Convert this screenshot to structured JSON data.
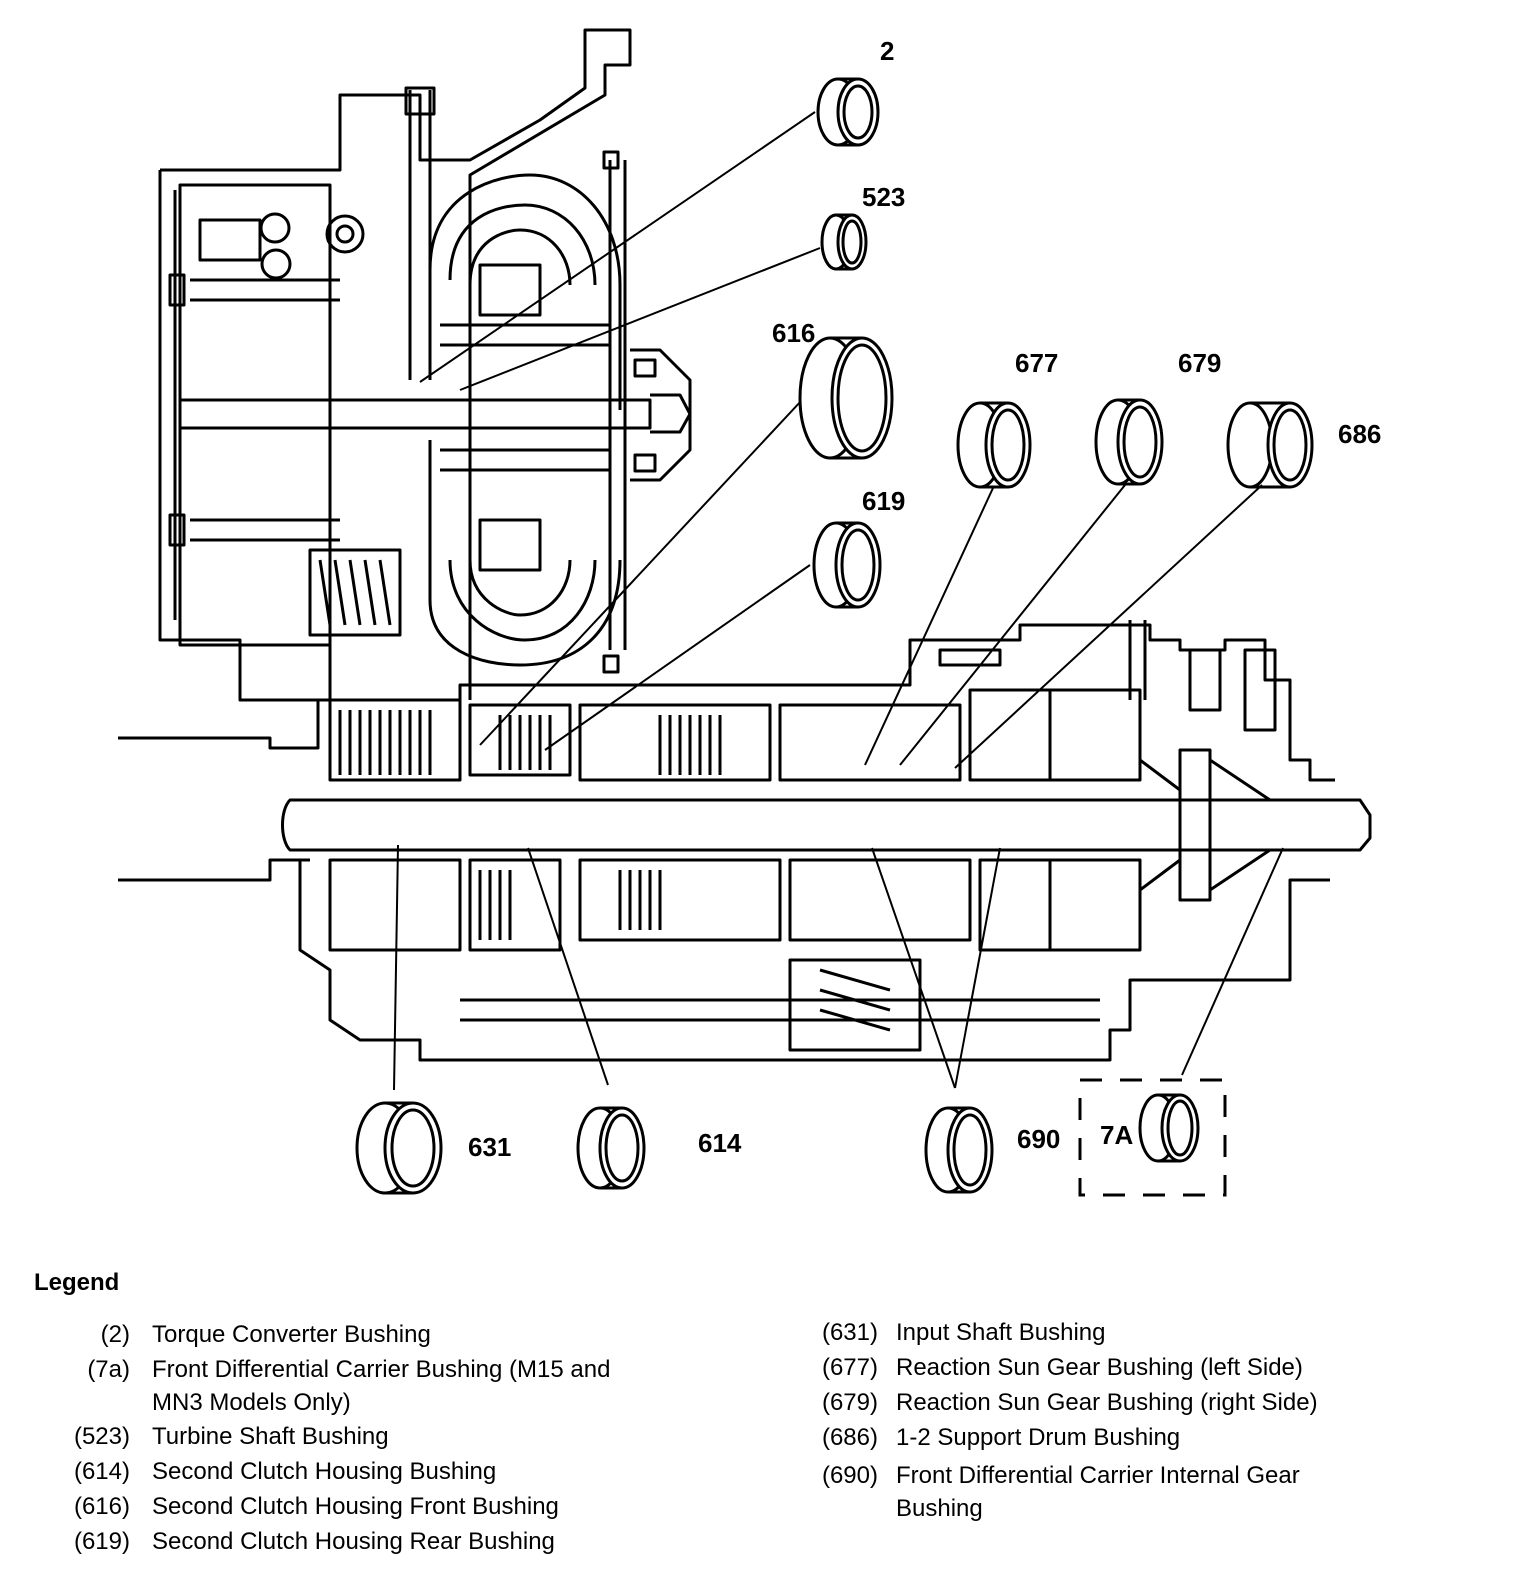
{
  "callouts": {
    "c2": "2",
    "c523": "523",
    "c616": "616",
    "c619": "619",
    "c677": "677",
    "c679": "679",
    "c686": "686",
    "c631": "631",
    "c614": "614",
    "c690": "690",
    "c7a": "7A"
  },
  "legend": {
    "title": "Legend",
    "left": [
      {
        "num": "(2)",
        "desc": "Torque Converter Bushing"
      },
      {
        "num": "(7a)",
        "desc": "Front Differential Carrier Bushing (M15 and",
        "desc2": "MN3 Models Only)"
      },
      {
        "num": "(523)",
        "desc": "Turbine Shaft Bushing"
      },
      {
        "num": "(614)",
        "desc": "Second Clutch Housing Bushing"
      },
      {
        "num": "(616)",
        "desc": "Second Clutch Housing Front Bushing"
      },
      {
        "num": "(619)",
        "desc": "Second Clutch Housing Rear Bushing"
      }
    ],
    "right": [
      {
        "num": "(631)",
        "desc": "Input Shaft Bushing"
      },
      {
        "num": "(677)",
        "desc": "Reaction Sun Gear Bushing (left Side)"
      },
      {
        "num": "(679)",
        "desc": "Reaction Sun Gear Bushing (right Side)"
      },
      {
        "num": "(686)",
        "desc": "1-2 Support Drum Bushing"
      },
      {
        "num": "(690)",
        "desc": "Front Differential Carrier Internal Gear",
        "desc2": "Bushing"
      }
    ]
  }
}
